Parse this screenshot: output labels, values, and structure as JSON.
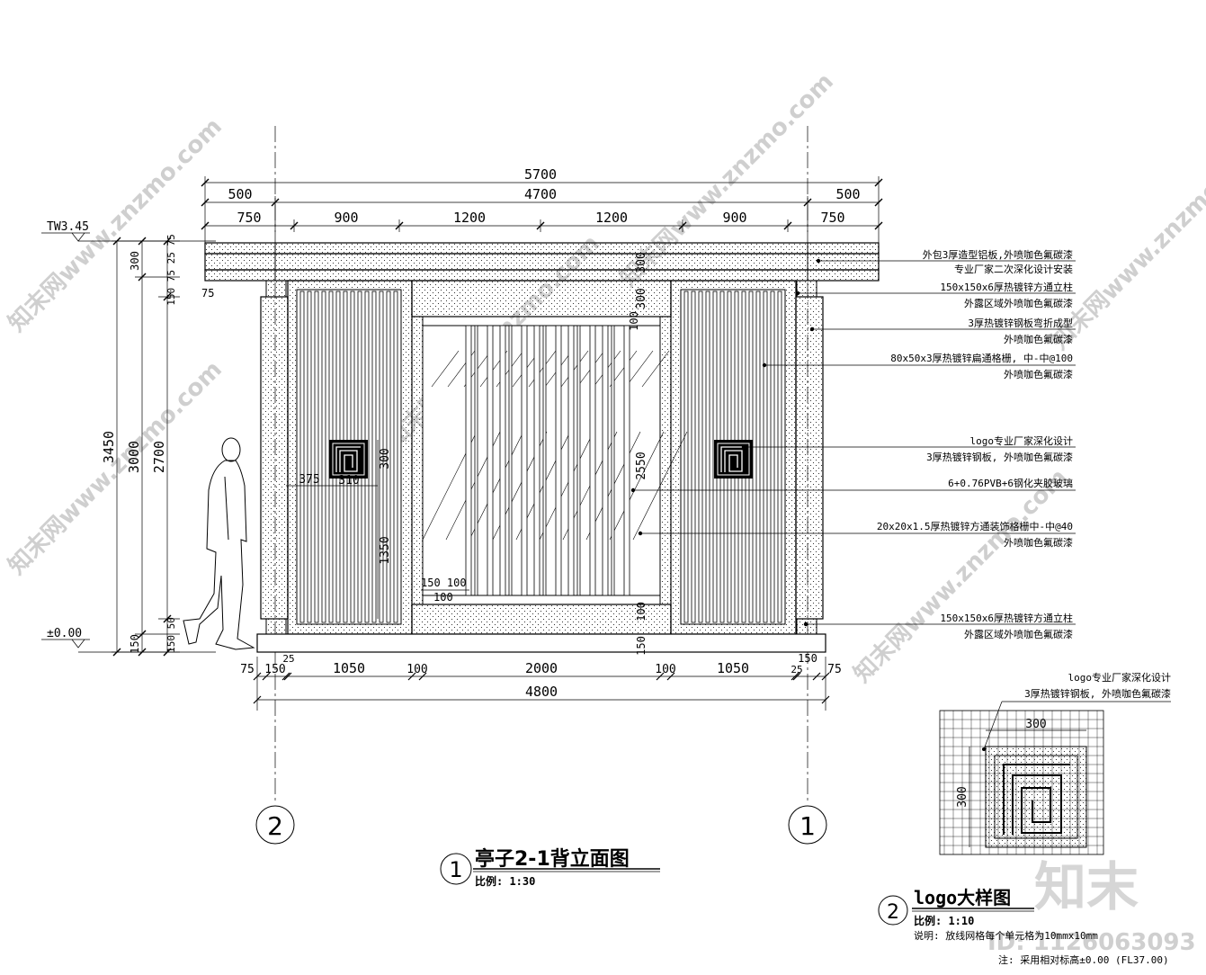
{
  "drawing": {
    "title": "亭子2-1背立面图",
    "title_number": "1",
    "scale_text": "比例: 1:30",
    "level_top": "TW3.45",
    "level_base": "±0.00",
    "axis_left": "2",
    "axis_right": "1",
    "top_dims": {
      "overall": "5700",
      "middle": "4700",
      "overhang_left": "500",
      "overhang_right": "500",
      "bays": [
        "750",
        "900",
        "1200",
        "1200",
        "900",
        "750"
      ]
    },
    "bottom_dims": {
      "segments": [
        "75",
        "150",
        "25",
        "1050",
        "100",
        "2000",
        "100",
        "1050",
        "25",
        "150",
        "75"
      ],
      "overall": "4800"
    },
    "left_dims": {
      "total": "3450",
      "sub_3000": "3000",
      "sub_300": "300",
      "sub_150": "150",
      "sub_2700": "2700",
      "top_stack": "150 75 25 75",
      "base_stack": "150 50"
    },
    "inner_dims": {
      "beam_300": "300",
      "beam_300b": "300",
      "d_100a": "100",
      "d_2550": "2550",
      "d_100b": "100",
      "d_150": "150",
      "logo_300": "300",
      "logo_375": "375",
      "logo_310": "310",
      "logo_1350": "1350",
      "d_150_100": "150 100",
      "d_100c": "100",
      "d_75": "75"
    },
    "annotations": [
      "外包3厚造型铝板,外喷咖色氟碳漆",
      "专业厂家二次深化设计安装",
      "150x150x6厚热镀锌方通立柱",
      "外露区域外喷咖色氟碳漆",
      "3厚热镀锌钢板弯折成型",
      "外喷咖色氟碳漆",
      "80x50x3厚热镀锌扁通格栅, 中-中@100",
      "外喷咖色氟碳漆",
      "logo专业厂家深化设计",
      "3厚热镀锌钢板, 外喷咖色氟碳漆",
      "6+0.76PVB+6钢化夹胶玻璃",
      "20x20x1.5厚热镀锌方通装饰格栅中-中@40",
      "外喷咖色氟碳漆",
      "150x150x6厚热镀锌方通立柱",
      "外露区域外喷咖色氟碳漆"
    ]
  },
  "logo_detail": {
    "note1": "logo专业厂家深化设计",
    "note2": "3厚热镀锌钢板, 外喷咖色氟碳漆",
    "dim_w": "300",
    "dim_h": "300",
    "title": "logo大样图",
    "number": "2",
    "scale_text": "比例: 1:10",
    "desc": "说明: 放线网格每个单元格为10mmx10mm",
    "note_bottom": "注: 采用相对标高±0.00 (FL37.00)"
  },
  "watermark": {
    "text": "知末网www.znzmo.com",
    "brand": "知末",
    "id": "ID: 1126063093"
  }
}
